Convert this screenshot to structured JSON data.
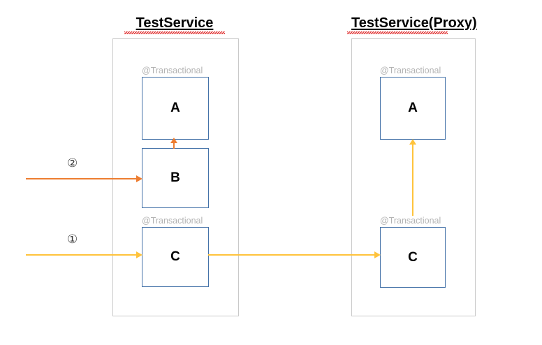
{
  "diagram": {
    "title_left": "TestService",
    "title_right": "TestService(Proxy)",
    "annotation": "@Transactional",
    "colors": {
      "orange": "#ED7D31",
      "yellow": "#FFC33C",
      "box_border": "#4472A8",
      "container_border": "#C9C9C9",
      "annotation_text": "#B3B3B3",
      "spellcheck_red": "#E03030"
    },
    "left_service": {
      "name": "TestService",
      "methods": [
        {
          "label": "A",
          "annotated": true,
          "annotation": "@Transactional"
        },
        {
          "label": "B",
          "annotated": false,
          "annotation": ""
        },
        {
          "label": "C",
          "annotated": true,
          "annotation": "@Transactional"
        }
      ]
    },
    "right_service": {
      "name": "TestService(Proxy)",
      "methods": [
        {
          "label": "A",
          "annotated": true,
          "annotation": "@Transactional"
        },
        {
          "label": "C",
          "annotated": true,
          "annotation": "@Transactional"
        }
      ]
    },
    "steps": [
      {
        "marker": "②",
        "color": "#ED7D31",
        "target": "B"
      },
      {
        "marker": "①",
        "color": "#FFC33C",
        "target": "C"
      }
    ],
    "flows": [
      {
        "from": "external",
        "to": "left-B",
        "color": "#ED7D31",
        "orientation": "horizontal"
      },
      {
        "from": "left-B",
        "to": "left-A",
        "color": "#ED7D31",
        "orientation": "vertical"
      },
      {
        "from": "external",
        "to": "left-C",
        "color": "#FFC33C",
        "orientation": "horizontal"
      },
      {
        "from": "left-C",
        "to": "right-C",
        "color": "#FFC33C",
        "orientation": "horizontal"
      },
      {
        "from": "right-C",
        "to": "right-A",
        "color": "#FFC33C",
        "orientation": "vertical"
      }
    ]
  }
}
